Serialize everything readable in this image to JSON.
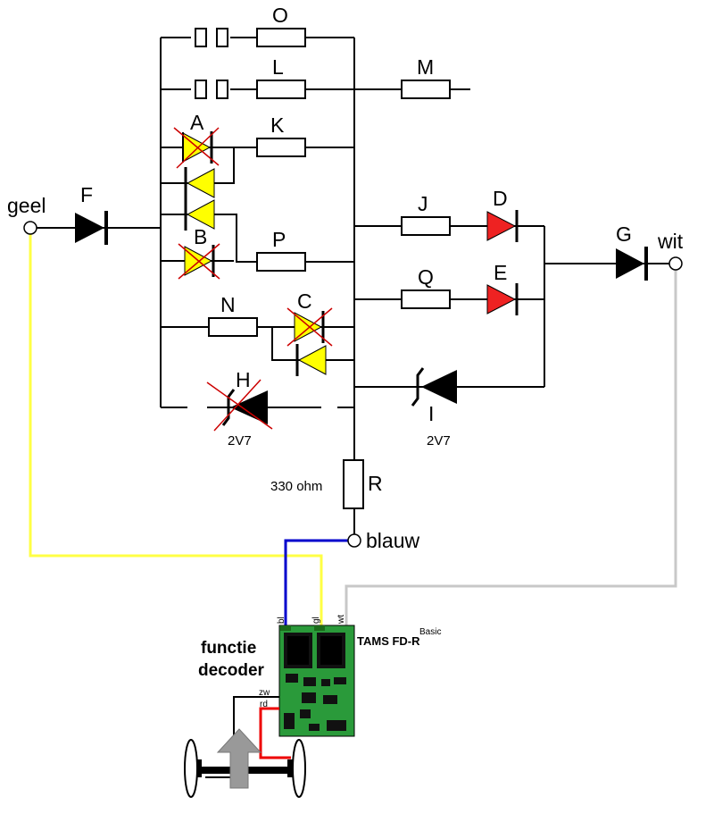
{
  "colors": {
    "yellow_wire": "#ffff44",
    "blue_wire": "#0000cc",
    "white_wire": "#c8c8c8",
    "red_wire": "#ee0000",
    "black_wire": "#000000",
    "diode_yellow": "#ffff00",
    "diode_red": "#ee2222",
    "board_green": "#2a9a3a",
    "crossout": "#cc0000"
  },
  "terminals": {
    "geel": "geel",
    "wit": "wit",
    "blauw": "blauw"
  },
  "components": {
    "O": "O",
    "L": "L",
    "M": "M",
    "K": "K",
    "A": "A",
    "B": "B",
    "P": "P",
    "N": "N",
    "C": "C",
    "F": "F",
    "J": "J",
    "D": "D",
    "Q": "Q",
    "E": "E",
    "G": "G",
    "H": "H",
    "I": "I",
    "R": "R"
  },
  "values": {
    "h_zener": "2V7",
    "i_zener": "2V7",
    "r_value": "330 ohm"
  },
  "decoder": {
    "label_line1": "functie",
    "label_line2": "decoder",
    "model": "TAMS FD-R",
    "model_sup": "Basic",
    "pin_bl": "bl",
    "pin_gl": "gl",
    "pin_wt": "wt",
    "pin_zw": "zw",
    "pin_rd": "rd"
  }
}
